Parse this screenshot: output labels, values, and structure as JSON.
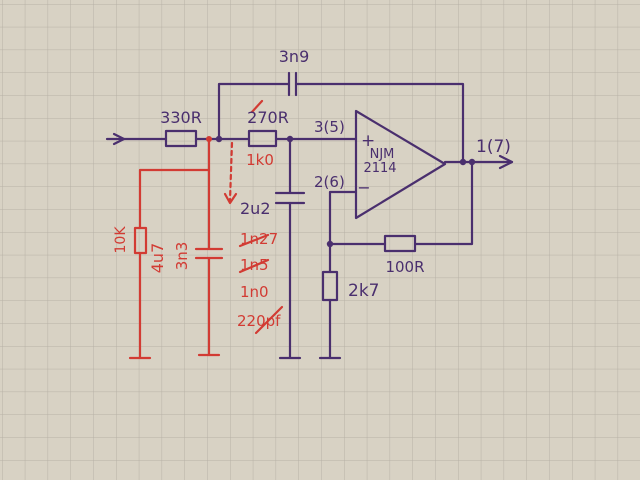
{
  "labels": {
    "c_feedback": "3n9",
    "r_in": "330R",
    "r_series_top": "270R",
    "r_series_bottom": "1k0",
    "pin_plus": "3(5)",
    "pin_minus": "2(6)",
    "pin_out": "1(7)",
    "opamp_line1": "NJM",
    "opamp_line2": "2114",
    "opamp_plus": "+",
    "opamp_minus": "−",
    "c_ground": "2u2",
    "c_alt": [
      "1n27",
      "1n5",
      "1n0",
      "220pf"
    ],
    "r_shunt": "10K",
    "c_shunt_1": "4u7",
    "c_shunt_2": "3n3",
    "r_feedback": "100R",
    "r_gain": "2k7"
  },
  "colors": {
    "paper": "#d8d2c4",
    "grid": "#b7b1a6",
    "ink_purple": "#4a2f6e",
    "ink_red": "#d23b33"
  }
}
